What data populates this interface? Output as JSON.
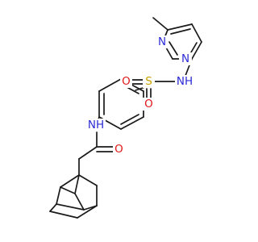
{
  "molecule": {
    "atoms": {
      "ring_n_top": "N",
      "ring_n_bottom": "N",
      "sulfonamide_nh": "NH",
      "sulfur": "S",
      "sulfonyl_o_left": "O",
      "sulfonyl_o_bottom": "O",
      "amide_nh": "NH",
      "carbonyl_o": "O"
    },
    "colors": {
      "nitrogen": "#2b2bd6",
      "oxygen": "#e01818",
      "sulfur": "#c8a000",
      "carbon_bonds": "#1a1a1a",
      "background": "#ffffff"
    }
  }
}
